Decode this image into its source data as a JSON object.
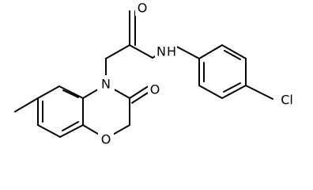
{
  "molecule": {
    "atoms": [
      {
        "id": "o_carbonyl_amide",
        "label": "O"
      },
      {
        "id": "n_amide",
        "label": "N"
      },
      {
        "id": "h_amide",
        "label": "H"
      },
      {
        "id": "n_ring",
        "label": "N"
      },
      {
        "id": "o_carbonyl_ring",
        "label": "O"
      },
      {
        "id": "o_ring",
        "label": "O"
      },
      {
        "id": "cl",
        "label": "Cl"
      }
    ]
  }
}
